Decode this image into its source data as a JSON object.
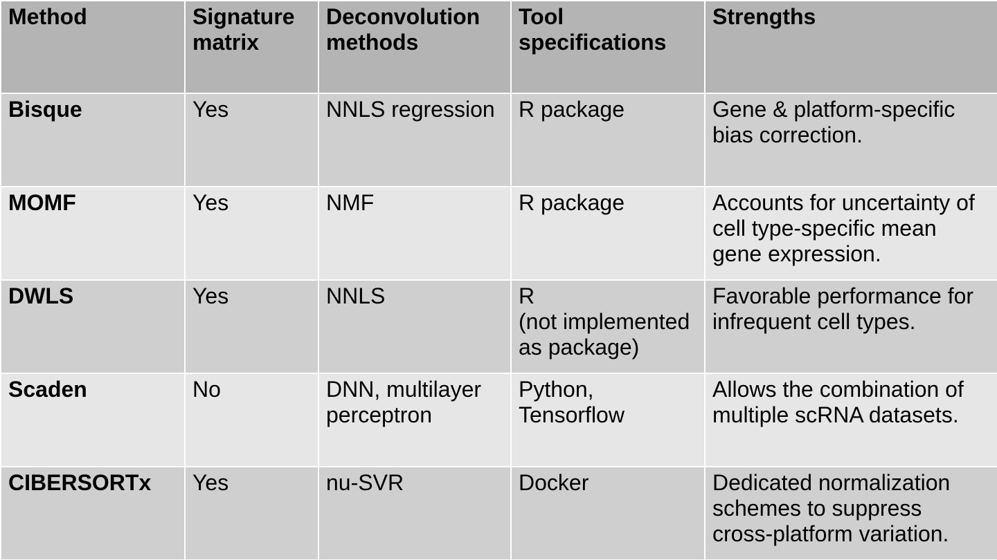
{
  "table": {
    "headers": [
      "Method",
      "Signature\nmatrix",
      "Deconvolution\nmethods",
      "Tool\nspecifications",
      "Strengths"
    ],
    "rows": [
      {
        "method": "Bisque",
        "signature_matrix": "Yes",
        "deconvolution_methods": "NNLS regression",
        "tool_specifications": "R package",
        "strengths": "Gene & platform-specific\nbias correction."
      },
      {
        "method": "MOMF",
        "signature_matrix": "Yes",
        "deconvolution_methods": "NMF",
        "tool_specifications": "R package",
        "strengths": "Accounts for uncertainty of\ncell type-specific mean\ngene expression."
      },
      {
        "method": "DWLS",
        "signature_matrix": "Yes",
        "deconvolution_methods": "NNLS",
        "tool_specifications": "R\n(not implemented\nas package)",
        "strengths": "Favorable performance for\ninfrequent cell types."
      },
      {
        "method": "Scaden",
        "signature_matrix": "No",
        "deconvolution_methods": "DNN, multilayer\nperceptron",
        "tool_specifications": "Python,\nTensorflow",
        "strengths": "Allows the combination of\nmultiple scRNA datasets."
      },
      {
        "method": "CIBERSORTx",
        "signature_matrix": "Yes",
        "deconvolution_methods": "nu-SVR",
        "tool_specifications": "Docker",
        "strengths": "Dedicated normalization\nschemes to suppress\ncross-platform variation."
      }
    ]
  },
  "colors": {
    "header_bg": "#b4b4b4",
    "row_dark_bg": "#cfcfcf",
    "row_light_bg": "#e6e6e6",
    "border": "#ffffff"
  }
}
